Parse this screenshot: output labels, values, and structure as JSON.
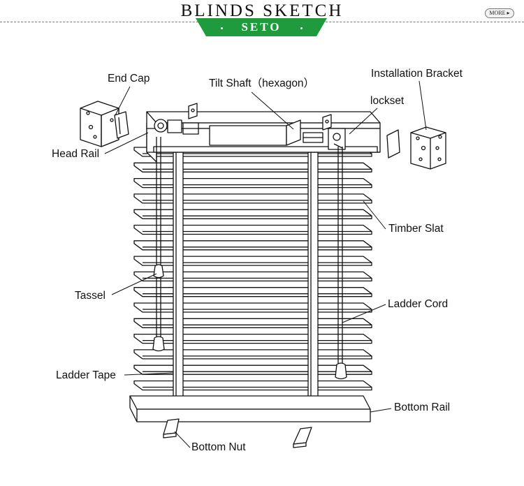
{
  "header": {
    "title": "BLINDS SKETCH",
    "more_label": "MORE",
    "brand": "SETO"
  },
  "labels": {
    "end_cap": "End Cap",
    "tilt_shaft": "Tilt Shaft（hexagon）",
    "installation_bracket": "Installation Bracket",
    "lockset": "lockset",
    "head_rail": "Head Rail",
    "timber_slat": "Timber Slat",
    "tassel": "Tassel",
    "ladder_cord": "Ladder Cord",
    "ladder_tape": "Ladder Tape",
    "bottom_rail": "Bottom Rail",
    "bottom_nut": "Bottom Nut"
  },
  "colors": {
    "brand_green": "#1f9a3c",
    "line": "#111111"
  }
}
